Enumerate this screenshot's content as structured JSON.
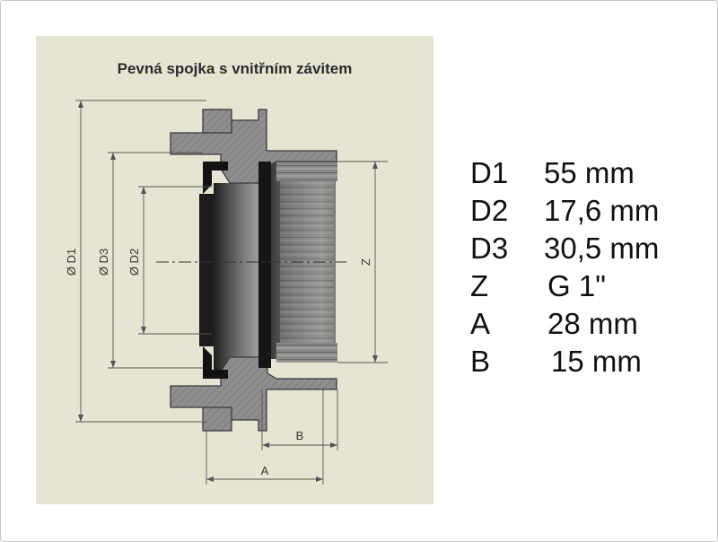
{
  "drawing": {
    "title": "Pevná spojka s vnitřním závitem",
    "dimension_labels": {
      "d1": "Ø D1",
      "d3": "Ø D3",
      "d2": "Ø D2",
      "z": "Z",
      "a": "A",
      "b": "B"
    }
  },
  "specs": [
    {
      "key": "D1",
      "value": "55 mm"
    },
    {
      "key": "D2",
      "value": "17,6 mm"
    },
    {
      "key": "D3",
      "value": "30,5 mm"
    },
    {
      "key": "Z",
      "value": "G 1\""
    },
    {
      "key": "A",
      "value": "28 mm"
    },
    {
      "key": "B",
      "value": "15 mm"
    }
  ],
  "colors": {
    "panel_background": "#e6e5d3",
    "section_body": "#8d8d8d",
    "bore_dark": "#2b2b2b",
    "seal_black": "#111111",
    "dimension_line": "#555555"
  }
}
